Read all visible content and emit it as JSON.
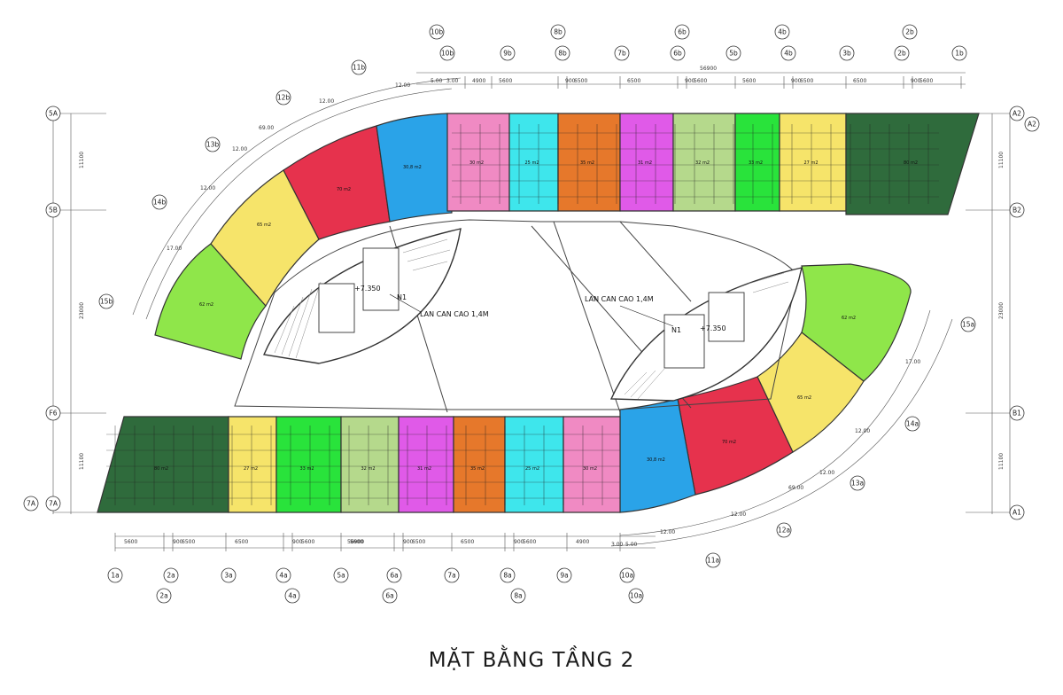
{
  "title": "MẶT BẰNG TẦNG 2",
  "colors": {
    "darkgreen": "#2f6b3c",
    "yellow": "#f6e46a",
    "green": "#29e33b",
    "lightgreen": "#b5d98c",
    "magenta": "#e05ae8",
    "orange": "#e6782b",
    "cyan": "#3ee6ec",
    "pink": "#f08ac3",
    "blue": "#2aa3e8",
    "red": "#e6324d",
    "amber": "#f7c64d",
    "lime": "#8fe64a"
  },
  "grid": {
    "top_row1": [
      "10b",
      "8b",
      "6b",
      "4b",
      "2b"
    ],
    "top_row2": [
      "10b",
      "9b",
      "8b",
      "7b",
      "6b",
      "5b",
      "4b",
      "3b",
      "2b",
      "1b"
    ],
    "bottom_row1": [
      "1a",
      "2a",
      "3a",
      "4a",
      "5a",
      "6a",
      "7a",
      "8a",
      "9a",
      "10a"
    ],
    "bottom_row2": [
      "2a",
      "4a",
      "6a",
      "8a",
      "10a"
    ],
    "left": [
      "5A",
      "5B",
      "F6",
      "7A",
      "7A"
    ],
    "right": [
      "A2",
      "A2",
      "B2",
      "B1",
      "A1"
    ],
    "curve_top": [
      "11b",
      "12b",
      "13b",
      "14b",
      "15b"
    ],
    "curve_bottom": [
      "11a",
      "12a",
      "13a",
      "14a",
      "15a"
    ]
  },
  "dimensions": {
    "top_total": "56900",
    "top_spans": [
      "4900",
      "5600",
      "900",
      "6500",
      "6500",
      "900",
      "5600",
      "5600",
      "900",
      "6500",
      "6500",
      "900",
      "5600"
    ],
    "top_small": [
      "5.00",
      "3.00"
    ],
    "top_arc": [
      "12.00",
      "12.00",
      "69.00",
      "12.00",
      "12.00",
      "17.00"
    ],
    "bottom_total": "56900",
    "bottom_spans": [
      "5600",
      "900",
      "6500",
      "6500",
      "900",
      "5600",
      "5600",
      "900",
      "6500",
      "6500",
      "900",
      "5600",
      "4900"
    ],
    "bottom_small": [
      "3.00",
      "5.00"
    ],
    "bottom_arc": [
      "12.00",
      "12.00",
      "69.00",
      "12.00",
      "12.00",
      "17.00"
    ],
    "left_side": [
      "11100",
      "23000",
      "11100"
    ],
    "right_side": [
      "11100",
      "23000",
      "11100"
    ]
  },
  "notes": {
    "railing_left": "LAN CAN CAO 1,4M",
    "railing_right": "LAN CAN CAO 1,4M",
    "level_left": "+7.350",
    "level_right": "+7.350",
    "core_left": "N1",
    "core_right": "N1"
  },
  "top_units": [
    {
      "color": "blue",
      "area": "30,8 m2"
    },
    {
      "color": "pink",
      "area": "30 m2"
    },
    {
      "color": "cyan",
      "area": "25 m2"
    },
    {
      "color": "orange",
      "area": "35 m2"
    },
    {
      "color": "magenta",
      "area": "31 m2"
    },
    {
      "color": "lightgreen",
      "area": "32 m2"
    },
    {
      "color": "green",
      "area": "33 m2"
    },
    {
      "color": "yellow",
      "area": "27 m2"
    },
    {
      "color": "darkgreen",
      "area": "80 m2"
    }
  ],
  "bottom_units": [
    {
      "color": "darkgreen",
      "area": "80 m2"
    },
    {
      "color": "yellow",
      "area": "27 m2"
    },
    {
      "color": "green",
      "area": "33 m2"
    },
    {
      "color": "lightgreen",
      "area": "32 m2"
    },
    {
      "color": "magenta",
      "area": "31 m2"
    },
    {
      "color": "orange",
      "area": "35 m2"
    },
    {
      "color": "cyan",
      "area": "25 m2"
    },
    {
      "color": "pink",
      "area": "30 m2"
    }
  ],
  "left_curve_units": [
    {
      "color": "red",
      "area": "70 m2"
    },
    {
      "color": "amber",
      "area": "65 m2"
    },
    {
      "color": "lime",
      "area": "62 m2"
    }
  ],
  "right_curve_units": [
    {
      "color": "blue",
      "area": "30,8 m2"
    },
    {
      "color": "red",
      "area": "70 m2"
    },
    {
      "color": "amber",
      "area": "65 m2"
    },
    {
      "color": "lime",
      "area": "62 m2"
    }
  ]
}
